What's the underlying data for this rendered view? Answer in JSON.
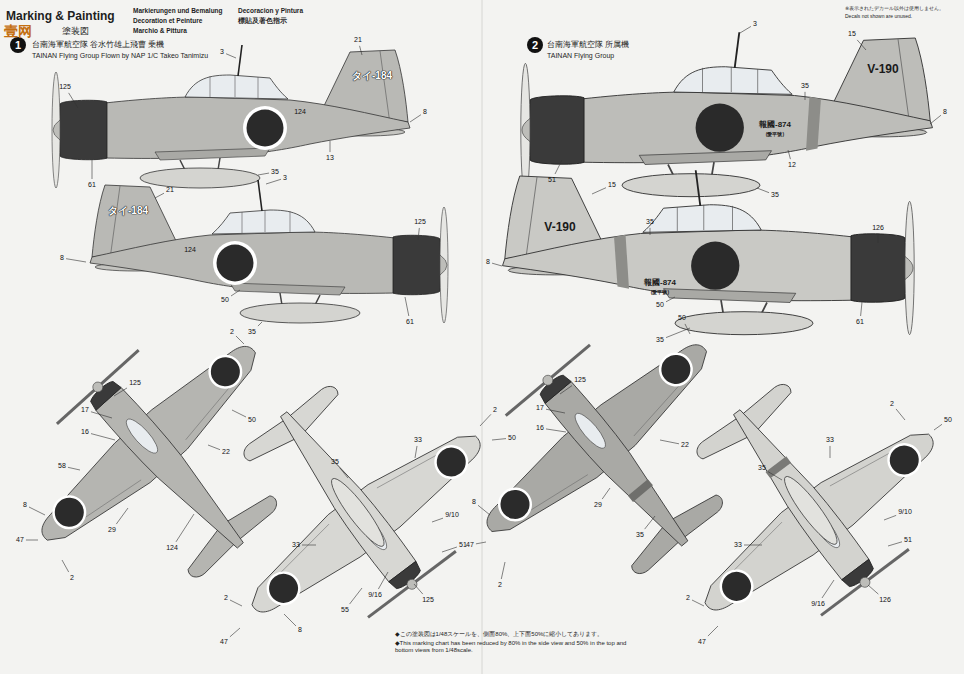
{
  "diagram": {
    "title": "Marking & Painting",
    "nodes": [
      {
        "text": [
          "1"
        ]
      },
      {
        "text": [
          "2"
        ]
      }
    ],
    "labels": [
      "塗装図",
      "Markierungen und Bemalung",
      "Decoration et Peinture",
      "Marchio & Pittura",
      "Decoracion y Pintura",
      "標貼及著色指示",
      "台南海軍航空隊 谷水竹雄上飛曹 乗機",
      "TAINAN Flying Group Flown by NAP 1/C Takeo Tanimizu",
      "台南海軍航空隊 所属機",
      "TAINAN Flying Group",
      "※表示されたデカール以外は使用しません。",
      "Decals not shown are unused.",
      "◆この塗装図は1/48スケールを、側面80%、上下面50%に縮小してあります。",
      "◆This marking chart has been reduced by 80% in the side view and 50% in the top and bottom views from 1/48scale.",
      "壹网",
      "タイ-184",
      "タイ-184",
      "V-190",
      "V-190",
      "報國-874",
      "(愛平號)",
      "報國-874",
      "(愛平號)",
      "125",
      "3",
      "21",
      "124",
      "8",
      "61",
      "35",
      "13",
      "21",
      "124",
      "3",
      "125",
      "8",
      "50",
      "35",
      "61",
      "3",
      "35",
      "15",
      "8",
      "51",
      "35",
      "12",
      "15",
      "35",
      "126",
      "8",
      "50",
      "35",
      "61",
      "2",
      "125",
      "17",
      "16",
      "50",
      "22",
      "58",
      "29",
      "124",
      "47",
      "8",
      "2",
      "2",
      "33",
      "35",
      "50",
      "9/10",
      "51",
      "9/16",
      "125",
      "55",
      "33",
      "47",
      "8",
      "2",
      "50",
      "125",
      "17",
      "16",
      "22",
      "29",
      "35",
      "2",
      "47",
      "8",
      "2",
      "50",
      "33",
      "35",
      "9/10",
      "51",
      "33",
      "126",
      "9/16",
      "2",
      "47"
    ]
  }
}
